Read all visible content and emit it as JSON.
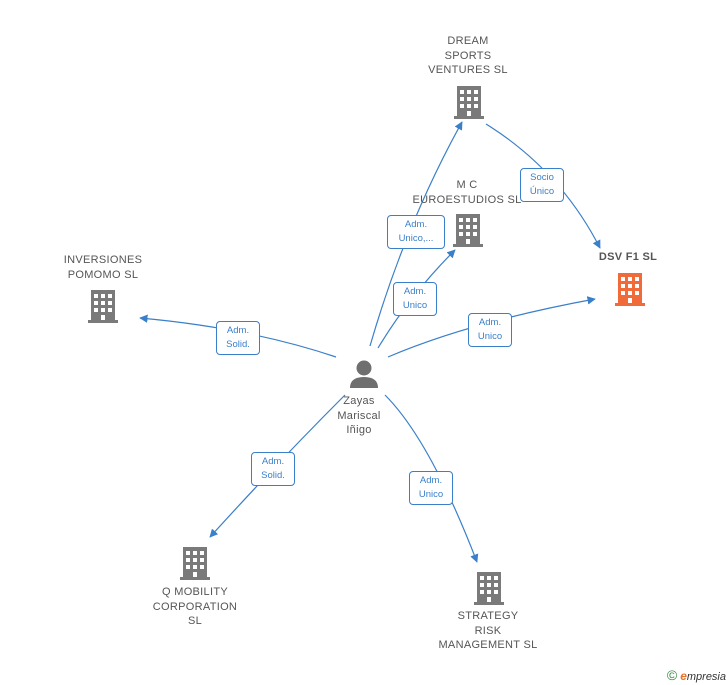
{
  "colors": {
    "edge": "#3a7fc9",
    "company_icon": "#7a7a7a",
    "focus_icon": "#f06a3a",
    "person_icon": "#6f6f6f",
    "label": "#555555"
  },
  "nodes": {
    "dream_sports": {
      "label": "DREAM\nSPORTS\nVENTURES  SL",
      "icon": "building-icon"
    },
    "mc_euroestudios": {
      "label": "M C\nEUROESTUDIOS SL",
      "icon": "building-icon"
    },
    "dsv_f1": {
      "label": "DSV F1  SL",
      "icon": "building-icon"
    },
    "inversiones_pomomo": {
      "label": "INVERSIONES\nPOMOMO  SL",
      "icon": "building-icon"
    },
    "person": {
      "label": "Zayas\nMariscal\nIñigo",
      "icon": "person-icon"
    },
    "q_mobility": {
      "label": "Q MOBILITY\nCORPORATION\nSL",
      "icon": "building-icon"
    },
    "strategy_risk": {
      "label": "STRATEGY\nRISK\nMANAGEMENT SL",
      "icon": "building-icon"
    }
  },
  "edges": {
    "dream_to_dsv": "Socio\nÚnico",
    "person_to_dream": "Adm.\nUnico,...",
    "person_to_mc": "Adm.\nUnico",
    "person_to_dsv": "Adm.\nUnico",
    "person_to_inversiones": "Adm.\nSolid.",
    "person_to_qmobility": "Adm.\nSolid.",
    "person_to_strategy": "Adm.\nUnico"
  },
  "copyright": {
    "symbol": "©",
    "brand_first": "e",
    "brand_rest": "mpresia"
  }
}
